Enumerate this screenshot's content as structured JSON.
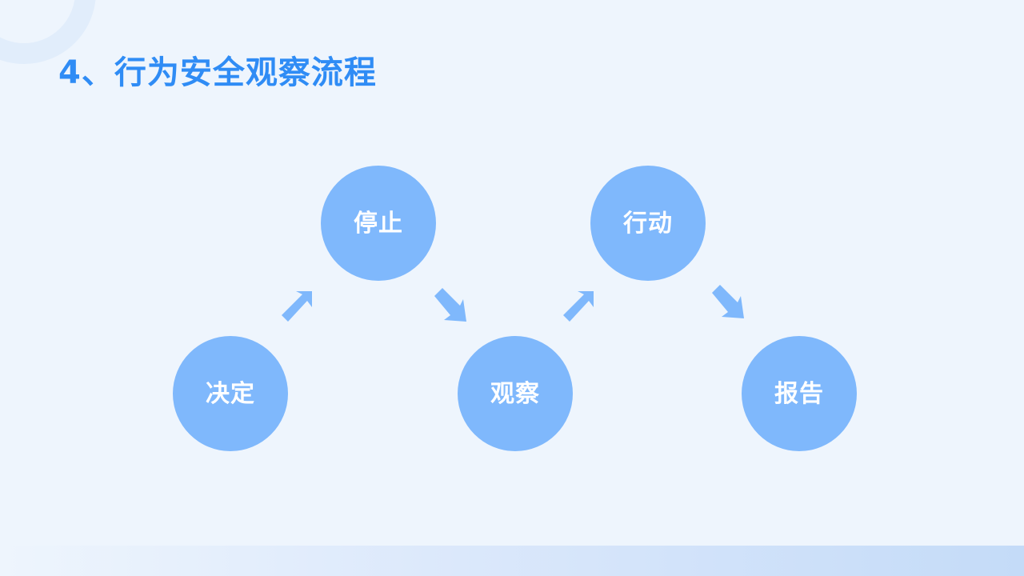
{
  "title": "4、行为安全观察流程",
  "steps": {
    "decide": "决定",
    "stop": "停止",
    "observe": "观察",
    "act": "行动",
    "report": "报告"
  },
  "colors": {
    "title": "#2f8cf5",
    "circle": "#7fb8fc",
    "arrow": "#7fb8fc",
    "background": "#eef5fd"
  },
  "icons": {
    "arrow_up": "arrow-up-right-icon",
    "arrow_down": "arrow-down-right-icon"
  }
}
